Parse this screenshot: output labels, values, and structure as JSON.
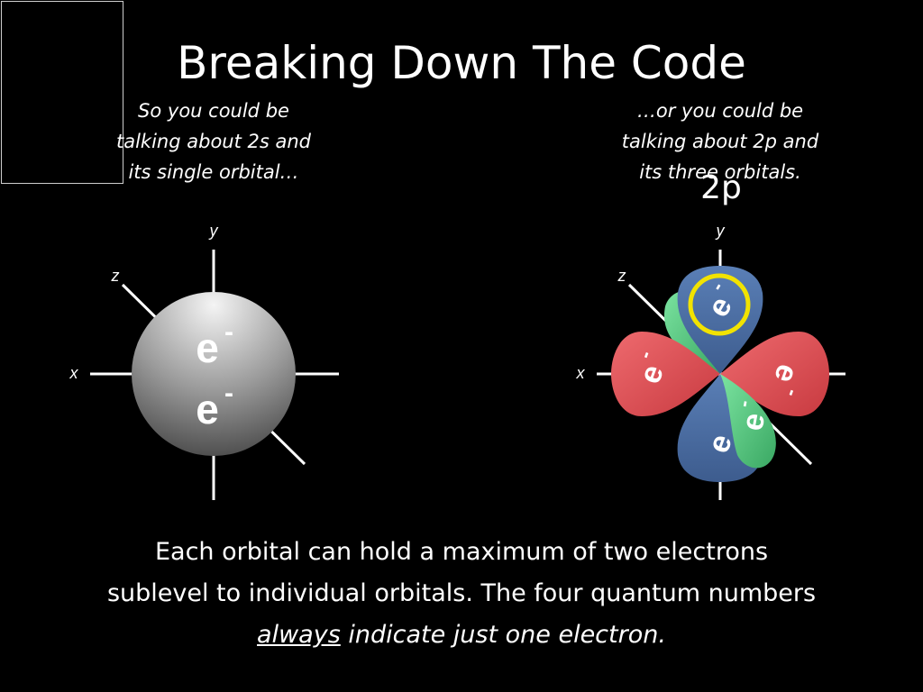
{
  "title": "Breaking Down The Code",
  "caption_left": "So you could be talking about 2s and its single orbital…",
  "caption_right": "…or you could be talking about 2p and its three orbitals.",
  "sublevel_label": "2p",
  "axis_labels": {
    "x": "x",
    "y": "y",
    "z": "z"
  },
  "electron_symbol": "e",
  "electron_charge": "-",
  "bottom_text": {
    "line1": "Each orbital can hold a maximum of two electrons",
    "line2_before": "sublevel to individual orbitals. The four quantum numbers",
    "line3_underlined": "always",
    "line3_after": " indicate just one electron."
  },
  "colors": {
    "background": "#000000",
    "sphere_light": "#f2f2f2",
    "sphere_dark": "#5a5a5a",
    "lobe_red": "#e0474c",
    "lobe_blue": "#4a6fa5",
    "lobe_green": "#52c47a",
    "highlight_ring": "#f2e300"
  }
}
